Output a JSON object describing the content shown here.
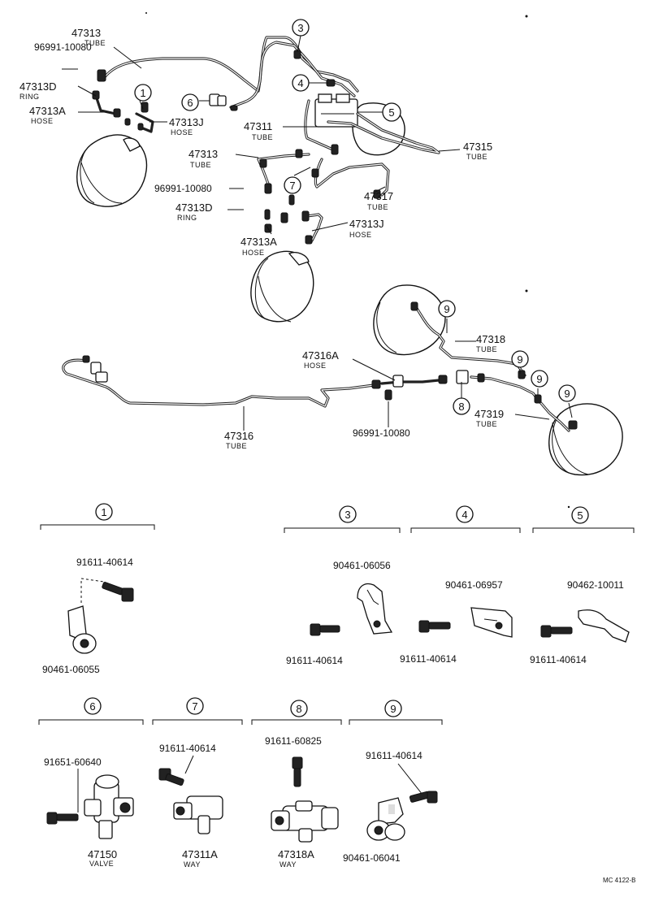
{
  "diagram_code": "MC 4122-B",
  "callouts": {
    "c1": "1",
    "c3": "3",
    "c4": "4",
    "c5": "5",
    "c6": "6",
    "c7": "7",
    "c8": "8",
    "c9a": "9",
    "c9b": "9",
    "c9c": "9",
    "c9d": "9"
  },
  "labels": {
    "l47313_top": {
      "num": "47313",
      "desc": "TUBE"
    },
    "l96991_top": {
      "num": "96991-10080",
      "desc": ""
    },
    "l47313D_top": {
      "num": "47313D",
      "desc": "RING"
    },
    "l47313A_top": {
      "num": "47313A",
      "desc": "HOSE"
    },
    "l47313J_top": {
      "num": "47313J",
      "desc": "HOSE"
    },
    "l47311": {
      "num": "47311",
      "desc": "TUBE"
    },
    "l47315": {
      "num": "47315",
      "desc": "TUBE"
    },
    "l47313_mid": {
      "num": "47313",
      "desc": "TUBE"
    },
    "l96991_mid": {
      "num": "96991-10080",
      "desc": ""
    },
    "l47313D_mid": {
      "num": "47313D",
      "desc": "RING"
    },
    "l47317": {
      "num": "47317",
      "desc": "TUBE"
    },
    "l47313J_mid": {
      "num": "47313J",
      "desc": "HOSE"
    },
    "l47313A_mid": {
      "num": "47313A",
      "desc": "HOSE"
    },
    "l47318": {
      "num": "47318",
      "desc": "TUBE"
    },
    "l47316A": {
      "num": "47316A",
      "desc": "HOSE"
    },
    "l47319": {
      "num": "47319",
      "desc": "TUBE"
    },
    "l47316": {
      "num": "47316",
      "desc": "TUBE"
    },
    "l96991_bot": {
      "num": "96991-10080",
      "desc": ""
    }
  },
  "details": {
    "d1": {
      "callout": "1",
      "bolt": "91611-40614",
      "clamp": "90461-06055"
    },
    "d3": {
      "callout": "3",
      "clamp": "90461-06056",
      "bolt": "91611-40614"
    },
    "d4": {
      "callout": "4",
      "clamp": "90461-06957",
      "bolt": "91611-40614"
    },
    "d5": {
      "callout": "5",
      "clamp": "90462-10011",
      "bolt": "91611-40614"
    },
    "d6": {
      "callout": "6",
      "bolt": "91651-60640",
      "part": "47150",
      "desc": "VALVE"
    },
    "d7": {
      "callout": "7",
      "bolt": "91611-40614",
      "part": "47311A",
      "desc": "WAY"
    },
    "d8": {
      "callout": "8",
      "bolt": "91611-60825",
      "part": "47318A",
      "desc": "WAY"
    },
    "d9": {
      "callout": "9",
      "bolt": "91611-40614",
      "clamp": "90461-06041"
    }
  }
}
